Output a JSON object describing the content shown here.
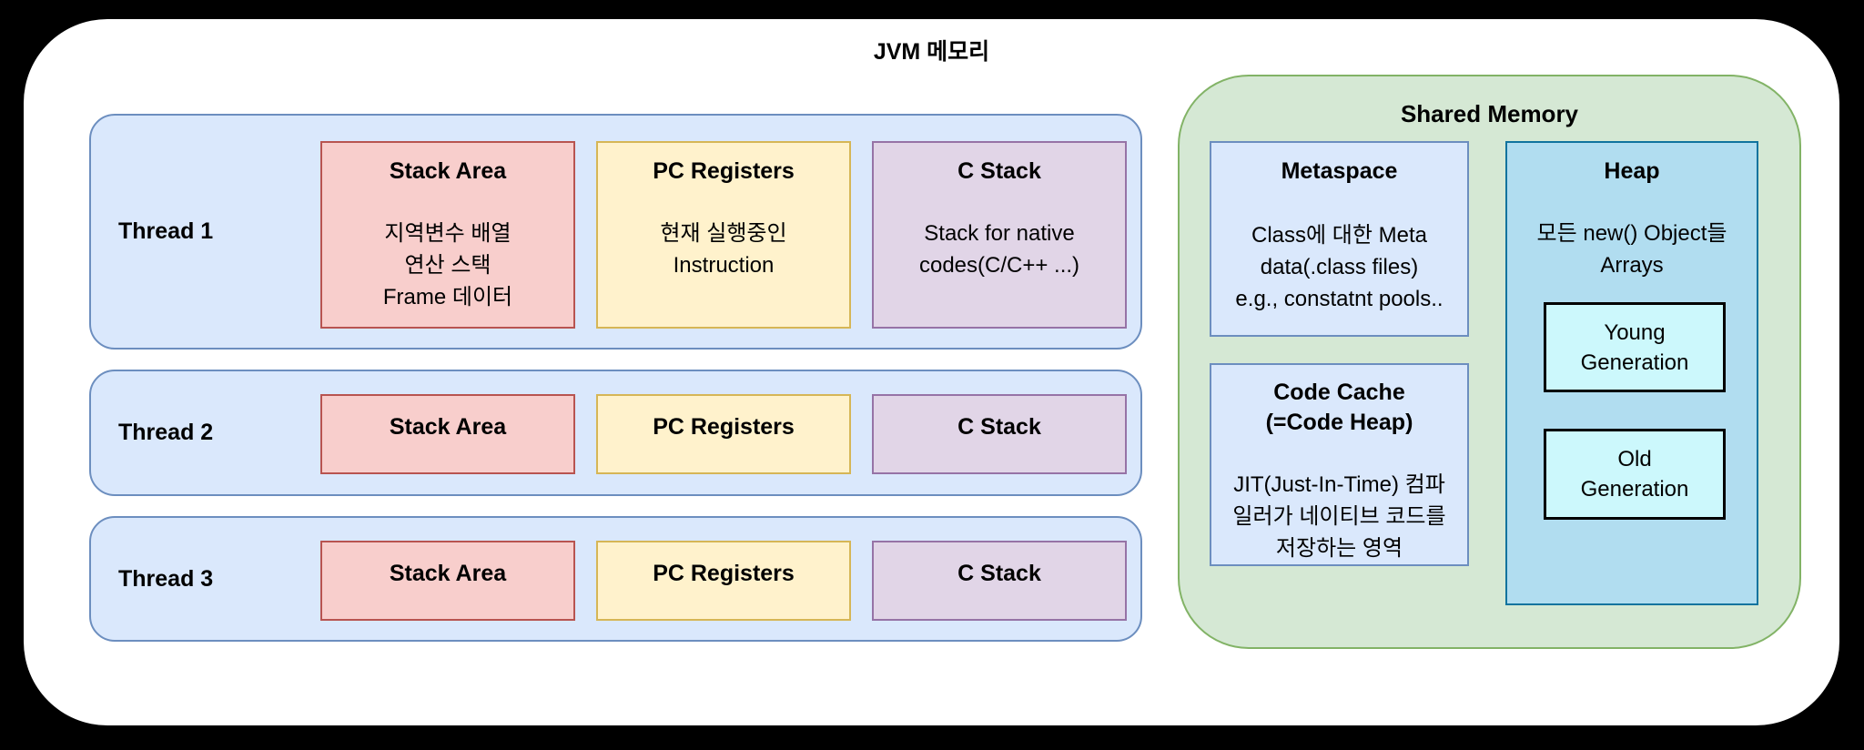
{
  "title": "JVM 메모리",
  "colors": {
    "background": "#000000",
    "canvas": "#ffffff",
    "thread_fill": "#dae8fc",
    "thread_border": "#6c8ebf",
    "stack_area_fill": "#f8cecc",
    "stack_area_border": "#b85450",
    "pc_registers_fill": "#fff2cc",
    "pc_registers_border": "#d6b656",
    "c_stack_fill": "#e1d5e7",
    "c_stack_border": "#9673a6",
    "shared_memory_fill": "#d5e8d4",
    "shared_memory_border": "#82b366",
    "metaspace_fill": "#dae8fc",
    "metaspace_border": "#6c8ebf",
    "heap_fill": "#b1ddf0",
    "heap_border": "#10739e",
    "generation_fill": "#ccf8fc",
    "generation_border": "#000000"
  },
  "threads": [
    {
      "label": "Thread 1",
      "cells": [
        {
          "title": "Stack Area",
          "lines": [
            "지역변수 배열",
            "연산 스택",
            "Frame 데이터"
          ]
        },
        {
          "title": "PC Registers",
          "lines": [
            "현재 실행중인",
            "Instruction"
          ]
        },
        {
          "title": "C Stack",
          "lines": [
            "Stack for native",
            "codes(C/C++ ...)"
          ]
        }
      ]
    },
    {
      "label": "Thread 2",
      "cells": [
        {
          "title": "Stack Area"
        },
        {
          "title": "PC Registers"
        },
        {
          "title": "C Stack"
        }
      ]
    },
    {
      "label": "Thread 3",
      "cells": [
        {
          "title": "Stack Area"
        },
        {
          "title": "PC Registers"
        },
        {
          "title": "C Stack"
        }
      ]
    }
  ],
  "shared_memory": {
    "title": "Shared Memory",
    "metaspace": {
      "title": "Metaspace",
      "lines": [
        "Class에 대한 Meta",
        "data(.class files)",
        "e.g., constatnt pools.."
      ]
    },
    "code_cache": {
      "title_line1": "Code Cache",
      "title_line2": "(=Code Heap)",
      "lines": [
        "JIT(Just-In-Time) 컴파",
        "일러가 네이티브 코드를",
        "저장하는 영역"
      ]
    },
    "heap": {
      "title": "Heap",
      "lines": [
        "모든 new() Object들",
        "Arrays"
      ],
      "young_gen": {
        "line1": "Young",
        "line2": "Generation"
      },
      "old_gen": {
        "line1": "Old",
        "line2": "Generation"
      }
    }
  }
}
